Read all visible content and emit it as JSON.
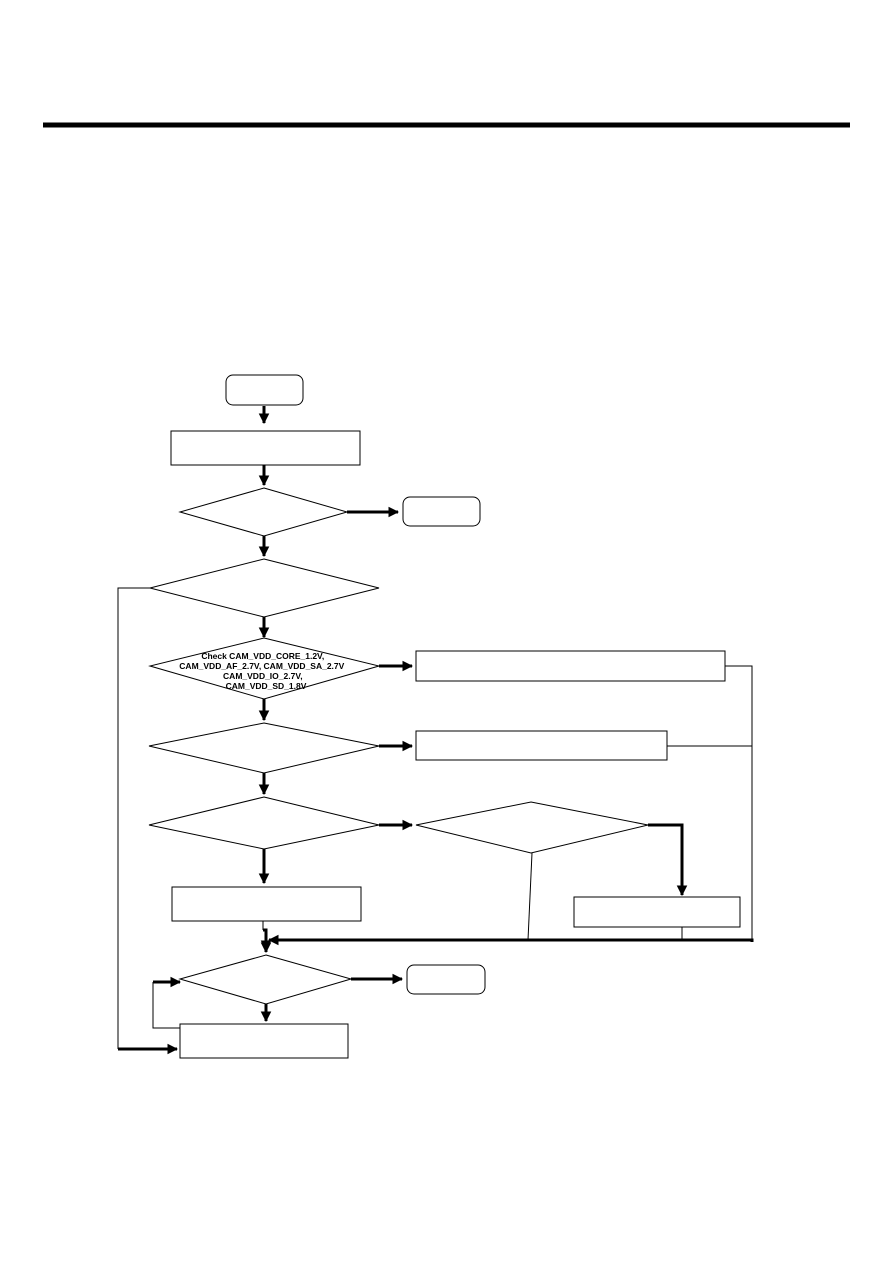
{
  "colors": {
    "line": "#000000",
    "background": "#ffffff"
  },
  "flowchart": {
    "voltage_check": {
      "lines": [
        "Check CAM_VDD_CORE_1.2V,",
        "CAM_VDD_AF_2.7V, CAM_VDD_SA_2.7V",
        "CAM_VDD_IO_2.7V,",
        "CAM_VDD_SD_1.8V"
      ]
    }
  }
}
